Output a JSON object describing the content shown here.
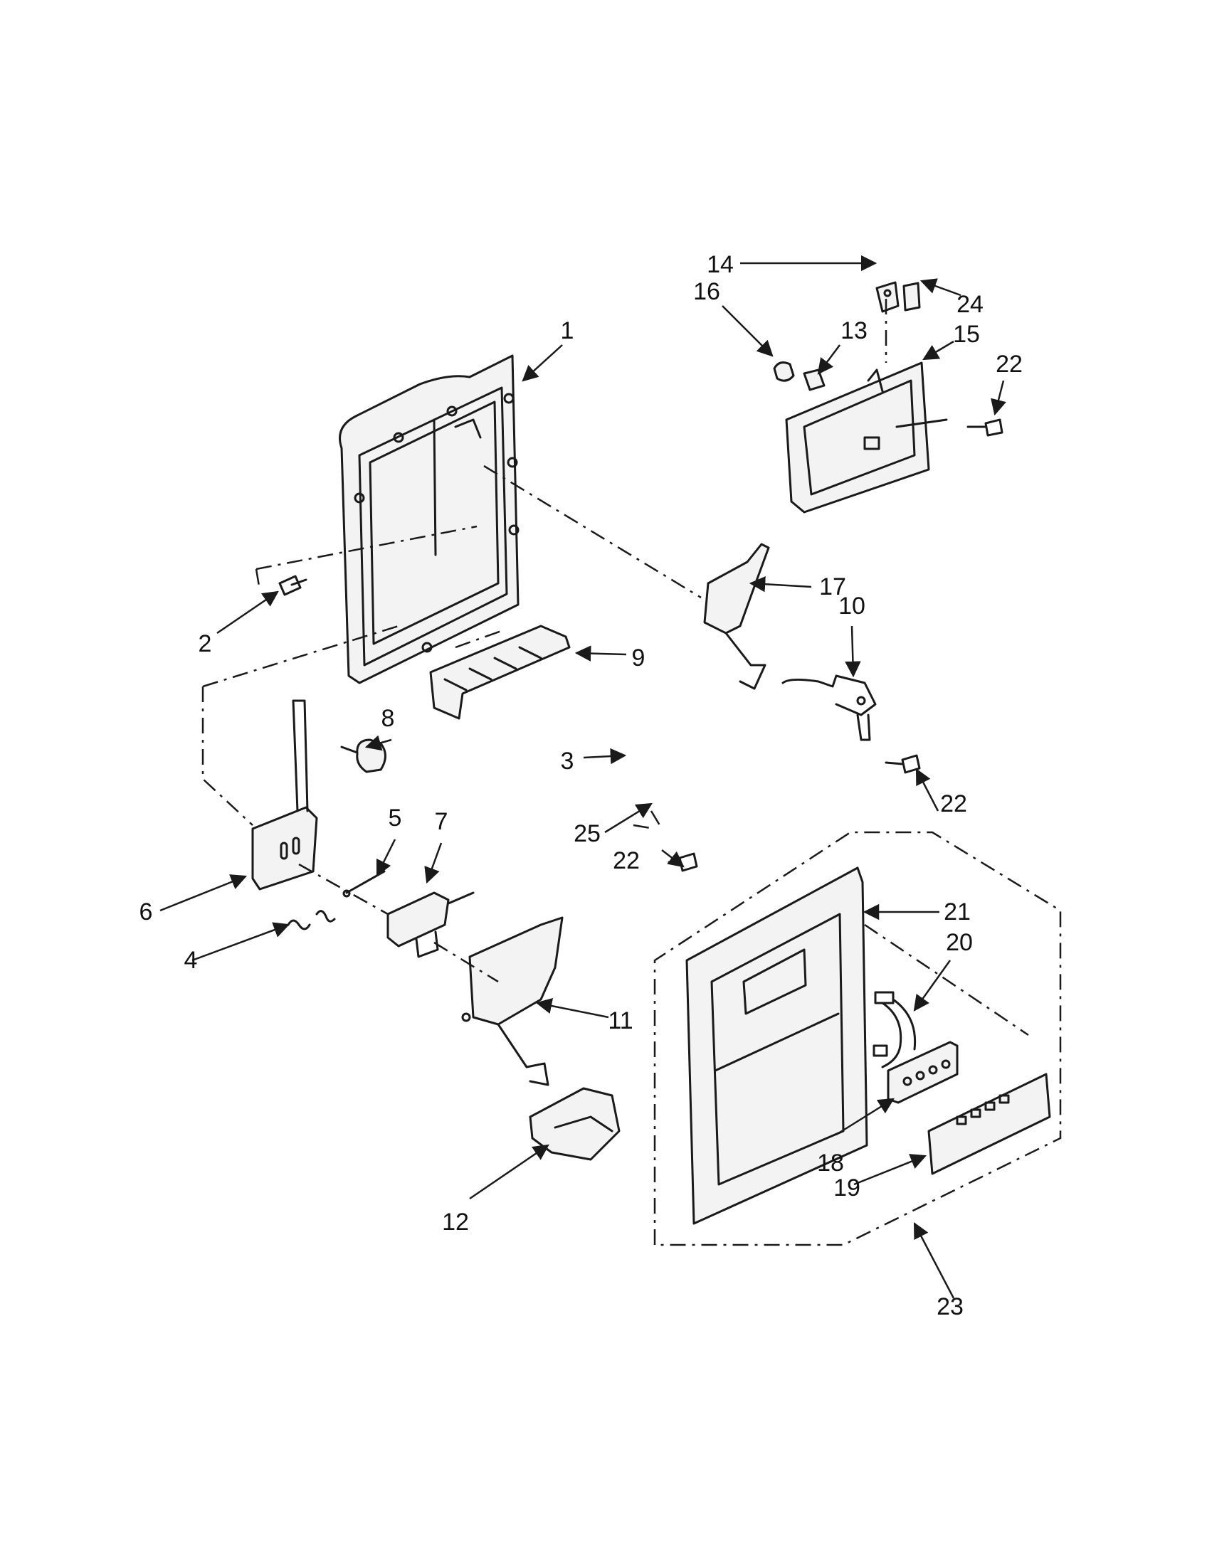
{
  "callouts": [
    {
      "label": "1"
    },
    {
      "label": "2"
    },
    {
      "label": "3"
    },
    {
      "label": "4"
    },
    {
      "label": "5"
    },
    {
      "label": "6"
    },
    {
      "label": "7"
    },
    {
      "label": "8"
    },
    {
      "label": "9"
    },
    {
      "label": "10"
    },
    {
      "label": "11"
    },
    {
      "label": "12"
    },
    {
      "label": "13"
    },
    {
      "label": "14"
    },
    {
      "label": "15"
    },
    {
      "label": "16"
    },
    {
      "label": "17"
    },
    {
      "label": "18"
    },
    {
      "label": "19"
    },
    {
      "label": "20"
    },
    {
      "label": "21"
    },
    {
      "label": "22"
    },
    {
      "label": "22"
    },
    {
      "label": "22"
    },
    {
      "label": "23"
    },
    {
      "label": "24"
    },
    {
      "label": "25"
    }
  ]
}
